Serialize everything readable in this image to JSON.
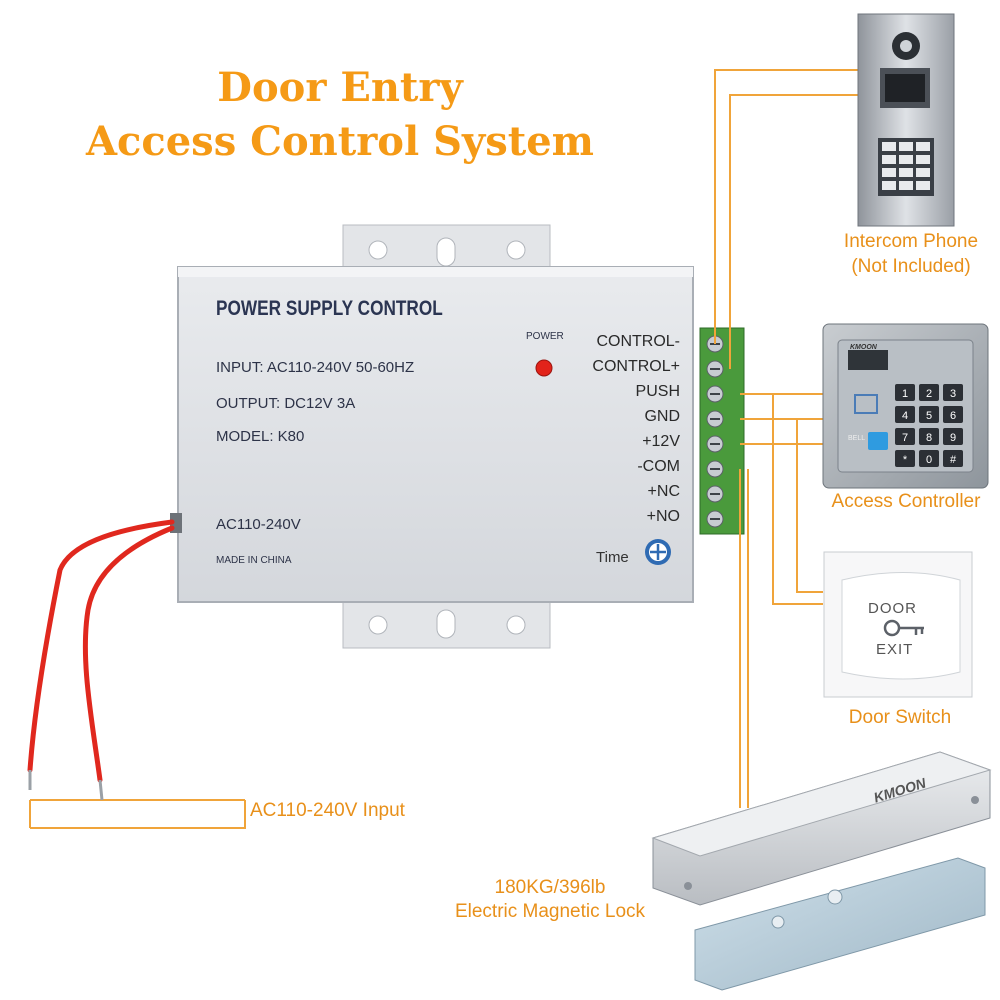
{
  "title": {
    "line1": "Door Entry",
    "line2": "Access Control System"
  },
  "power_supply": {
    "heading": "POWER SUPPLY CONTROL",
    "input_spec": "INPUT: AC110-240V 50-60HZ",
    "output_spec": "OUTPUT: DC12V 3A",
    "model": "MODEL: K80",
    "ac_label": "AC110-240V",
    "made_in": "MADE IN CHINA",
    "power_led_label": "POWER",
    "time_label": "Time",
    "terminals": [
      "CONTROL-",
      "CONTROL+",
      "PUSH",
      "GND",
      "+12V",
      "-COM",
      "+NC",
      "+NO"
    ]
  },
  "devices": {
    "intercom": {
      "line1": "Intercom Phone",
      "line2": "(Not Included)"
    },
    "access_controller": {
      "label": "Access Controller",
      "brand": "KMOON",
      "keys": [
        "1",
        "2",
        "3",
        "4",
        "5",
        "6",
        "7",
        "8",
        "9",
        "*",
        "0",
        "#"
      ],
      "bell": "BELL"
    },
    "door_switch": {
      "label": "Door Switch",
      "top": "DOOR",
      "bottom": "EXIT"
    },
    "lock": {
      "line1": "180KG/396lb",
      "line2": "Electric Magnetic Lock",
      "brand": "KMOON"
    }
  },
  "input_label": "AC110-240V Input",
  "colors": {
    "accent": "#f59a16",
    "wire": "#f0a43a",
    "terminal_green": "#4a9a3c",
    "power_wire": "#e0281e"
  }
}
